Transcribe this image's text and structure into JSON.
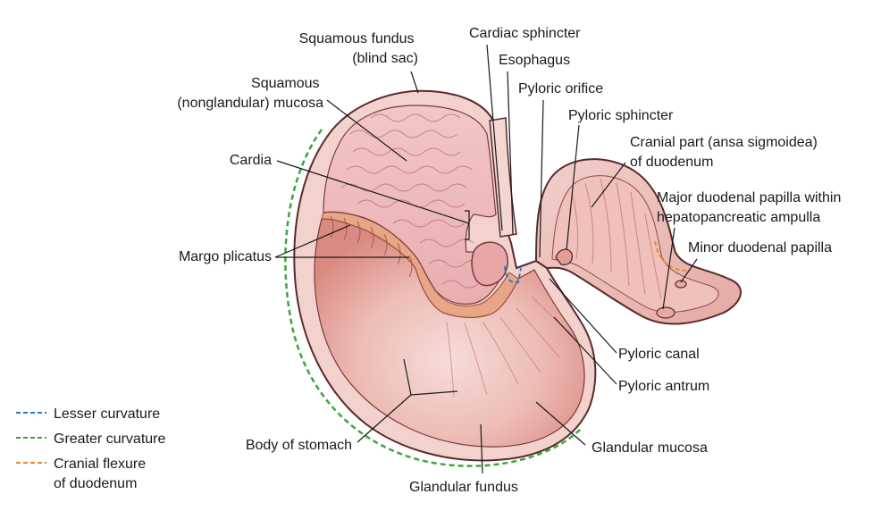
{
  "labels": {
    "squamous_fundus": [
      "Squamous fundus",
      "(blind sac)"
    ],
    "cardiac_sphincter": "Cardiac sphincter",
    "esophagus": "Esophagus",
    "pyloric_orifice": "Pyloric orifice",
    "pyloric_sphincter": "Pyloric sphincter",
    "squamous_mucosa": [
      "Squamous",
      "(nonglandular) mucosa"
    ],
    "cranial_part": [
      "Cranial part (ansa sigmoidea)",
      "of duodenum"
    ],
    "cardia": "Cardia",
    "major_papilla": [
      "Major duodenal papilla within",
      "hepatopancreatic ampulla"
    ],
    "minor_papilla": "Minor duodenal papilla",
    "margo_plicatus": "Margo plicatus",
    "pyloric_canal": "Pyloric canal",
    "pyloric_antrum": "Pyloric antrum",
    "body_of_stomach": "Body of stomach",
    "glandular_mucosa": "Glandular mucosa",
    "glandular_fundus": "Glandular fundus"
  },
  "legend": [
    {
      "text": [
        "Lesser curvature"
      ],
      "color": "#1f7fc4"
    },
    {
      "text": [
        "Greater curvature"
      ],
      "color": "#3aa63a"
    },
    {
      "text": [
        "Cranial flexure",
        "of duodenum"
      ],
      "color": "#e8892c"
    }
  ],
  "colors": {
    "outline": "#5a2a2a",
    "wall": "#f1c9c4",
    "squamous_mucosa": "#efb8b9",
    "glandular_mucosa": "#e39e95",
    "margo_plicatus": "#e5a080"
  }
}
